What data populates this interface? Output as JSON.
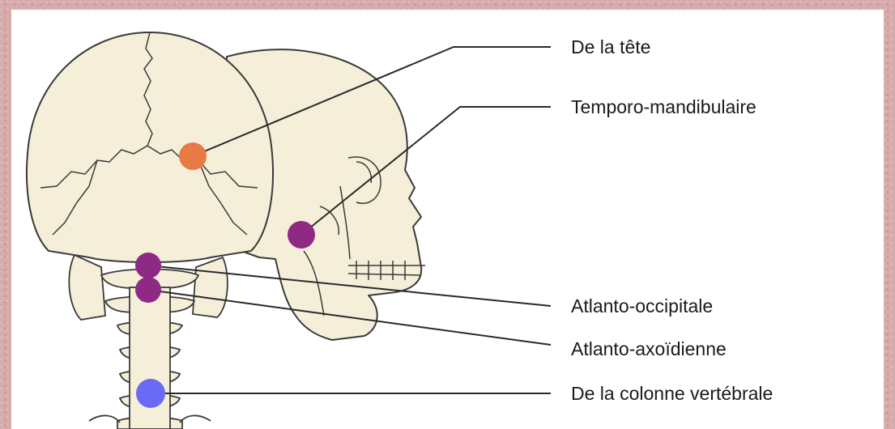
{
  "labels": {
    "head": "De la tête",
    "tmj": "Temporo-mandibulaire",
    "atlanto_occipital": "Atlanto-occipitale",
    "atlanto_axial": "Atlanto-axoïdienne",
    "spine": "De la colonne vertébrale"
  },
  "colors": {
    "head_joint": "#e87a45",
    "tmj_joint": "#8e2a84",
    "atlanto_occipital_joint": "#8e2a84",
    "atlanto_axial_joint": "#8e2a84",
    "spine_joint": "#6a6af5",
    "bone": "#f5efd9",
    "outline": "#3a3a3a",
    "background": "#d8aaac"
  }
}
